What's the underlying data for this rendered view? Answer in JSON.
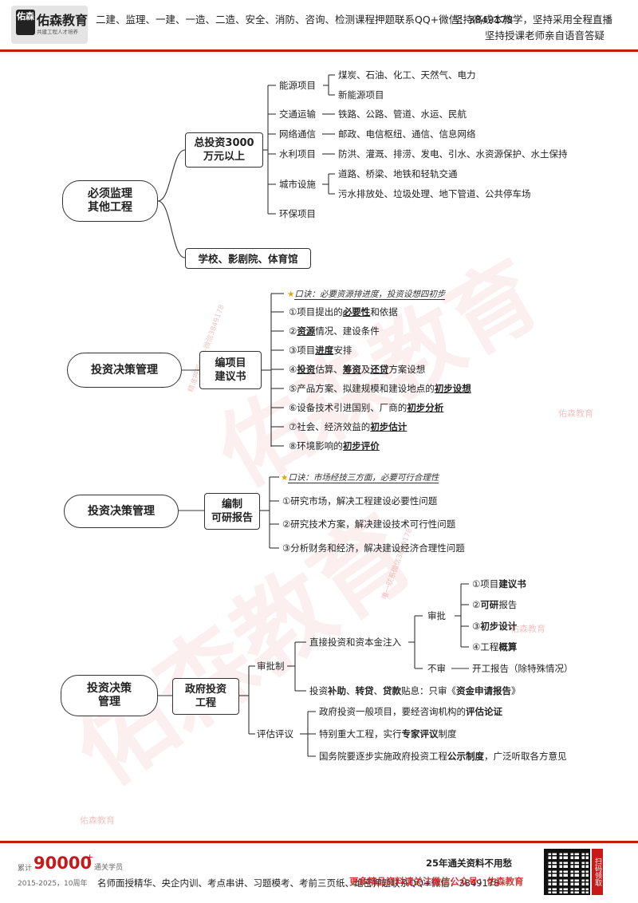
{
  "header": {
    "brand": "佑森教育",
    "brand_mark": "佑森",
    "brand_sub": "共建工程人才培养",
    "line1": "二建、监理、一建、一造、二造、安全、消防、咨询、检测课程押题联系QQ+微信：3849178",
    "right_line1": "坚持高成本教学，坚持采用全程直播",
    "right_line2": "坚持授课老师亲自语音答疑"
  },
  "watermark": {
    "big": "佑森教育",
    "small1": "精准押题QQ+微信3849178",
    "small2": "唯一联系微信3849178",
    "mini": "佑森教育"
  },
  "section1": {
    "root": [
      "必须监理",
      "其他工程"
    ],
    "branch1": [
      "总投资3000",
      "万元以上"
    ],
    "branch2": "学校、影剧院、体育馆",
    "cat_energy": "能源项目",
    "energy_items": [
      "煤炭、石油、化工、天然气、电力",
      "新能源项目"
    ],
    "cat_transport": "交通运输",
    "transport_items": "铁路、公路、管道、水运、民航",
    "cat_network": "网络通信",
    "network_items": "邮政、电信枢纽、通信、信息网络",
    "cat_water": "水利项目",
    "water_items": "防洪、灌溉、排涝、发电、引水、水资源保护、水土保持",
    "cat_city": "城市设施",
    "city_items": [
      "道路、桥梁、地铁和轻轨交通",
      "污水排放处、垃圾处理、地下管道、公共停车场"
    ],
    "cat_env": "环保项目"
  },
  "section2": {
    "root": "投资决策管理",
    "node": [
      "编项目",
      "建议书"
    ],
    "motto": "口诀：必要资源排进度，投资设想四初步",
    "items": [
      {
        "pre": "①项目提出的",
        "b": "必要性",
        "post": "和依据"
      },
      {
        "pre": "②",
        "b": "资源",
        "post": "情况、建设条件"
      },
      {
        "pre": "③项目",
        "b": "进度",
        "post": "安排"
      },
      {
        "pre": "④",
        "b": "投资",
        "post": "估算、",
        "b2": "筹资",
        "post2": "及",
        "b3": "还贷",
        "post3": "方案设想"
      },
      {
        "pre": "⑤产品方案、拟建规模和建设地点的",
        "b": "初步设想",
        "post": ""
      },
      {
        "pre": "⑥设备技术引进国别、厂商的",
        "b": "初步分析",
        "post": ""
      },
      {
        "pre": "⑦社会、经济效益的",
        "b": "初步估计",
        "post": ""
      },
      {
        "pre": "⑧环境影响的",
        "b": "初步评价",
        "post": ""
      }
    ]
  },
  "section3": {
    "root": "投资决策管理",
    "node": [
      "编制",
      "可研报告"
    ],
    "motto": "口诀：市场经技三方面，必要可行合理性",
    "items": [
      "①研究市场，解决工程建设必要性问题",
      "②研究技术方案，解决建设技术可行性问题",
      "③分析财务和经济，解决建设经济合理性问题"
    ]
  },
  "section4": {
    "root": [
      "投资决策",
      "管理"
    ],
    "node": [
      "政府投资",
      "工程"
    ],
    "approval": "审批制",
    "direct": "直接投资和资本金注入",
    "approve": "审批",
    "approve_items": [
      {
        "pre": "①项目",
        "b": "建议书"
      },
      {
        "pre": "②",
        "b": "可研",
        "post": "报告"
      },
      {
        "pre": "③",
        "b": "初步设计"
      },
      {
        "pre": "④工程",
        "b": "概算"
      }
    ],
    "no_approve": "不审",
    "no_approve_item": "开工报告（除特殊情况）",
    "subsidy_pre": "投资",
    "subsidy_b1": "补助",
    "subsidy_b2": "转贷",
    "subsidy_b3": "贷款",
    "subsidy_post": "贴息：只审《",
    "subsidy_b4": "资金申请报告",
    "subsidy_end": "》",
    "evaluation": "评估评议",
    "eval_items": [
      {
        "pre": "政府投资一般项目，要经咨询机构的",
        "b": "评估论证",
        "post": ""
      },
      {
        "pre": "特别重大工程，实行",
        "b": "专家评议",
        "post": "制度"
      },
      {
        "pre": "国务院要逐步实施政府投资工程",
        "b": "公示制度",
        "post": "，广泛听取各方意见"
      }
    ]
  },
  "footer": {
    "count_pre": "累计",
    "count": "90000",
    "count_plus": "+",
    "count_post": "通关学员",
    "years": "2015-2025，10周年",
    "tagline": "25年通关资料不用愁",
    "services": "名师面授精华、央企内训、考点串讲、习题模考、考前三页纸、绝密押题联系QQ+微信：3849178",
    "red_slogan": "更多精品资料请关注微信公众号：佑森教育",
    "qr_tag": "扫码领取"
  },
  "colors": {
    "brand_red": "#c81919",
    "star": "#e8a300"
  }
}
